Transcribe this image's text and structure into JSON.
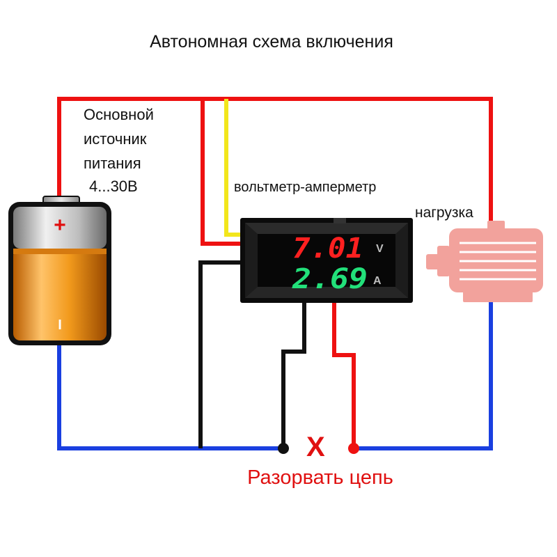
{
  "title": "Автономная схема включения",
  "source_label": [
    "Основной",
    "источник",
    "питания",
    "4...30В"
  ],
  "meter_label": "вольтметр-амперметр",
  "load_label": "нагрузка",
  "display": {
    "voltage": "7.01",
    "voltage_unit": "V",
    "current": "2.69",
    "current_unit": "A"
  },
  "battery": {
    "plus_sign": "+",
    "minus_sign": "I"
  },
  "break_mark": "X",
  "break_label": "Разорвать цепь",
  "colors": {
    "wire_red": "#ee1111",
    "wire_blue": "#1a3fe0",
    "wire_black": "#111111",
    "wire_yellow": "#f2e61c",
    "voltage_digits": "#ff2020",
    "current_digits": "#22e07a",
    "motor": "#f2a29c"
  }
}
